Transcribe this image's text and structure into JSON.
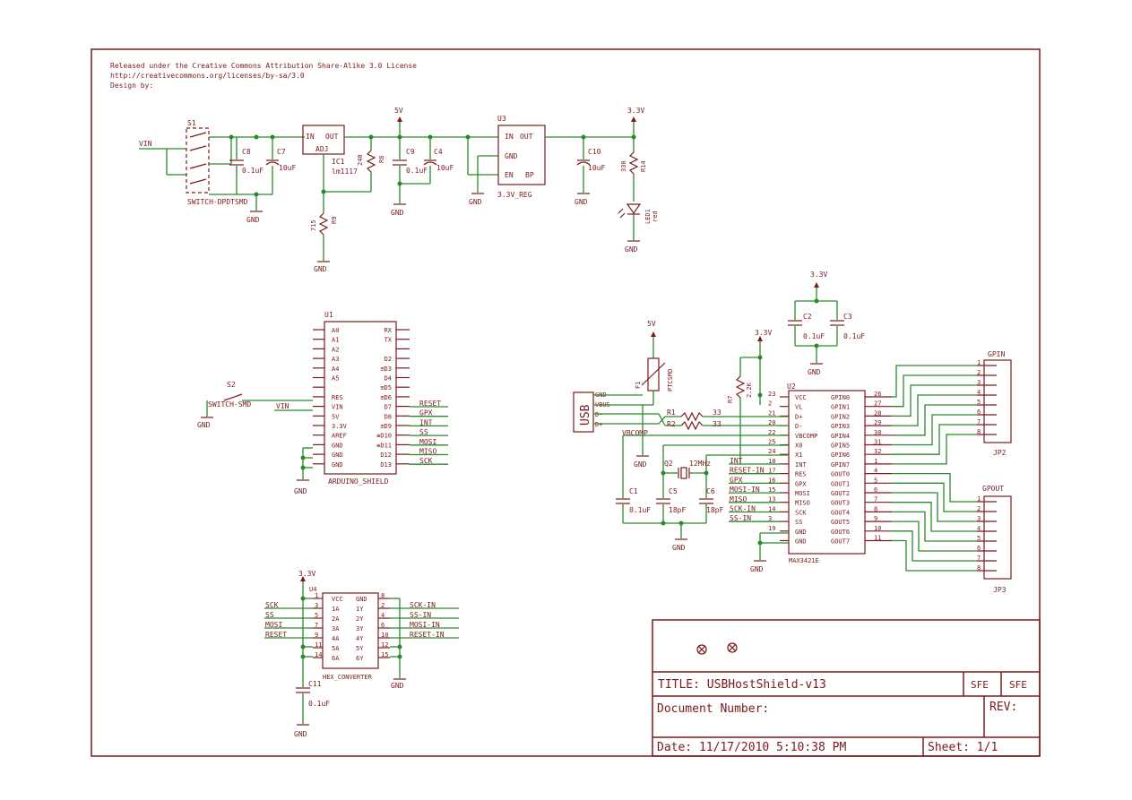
{
  "license": {
    "line1": "Released under the Creative Commons Attribution Share-Alike 3.0 License",
    "line2": "http://creativecommons.org/licenses/by-sa/3.0",
    "line3": "Design by:"
  },
  "power": {
    "vin": "VIN",
    "s1": "S1",
    "switch1": "SWITCH-DPDTSMD",
    "c8": "C8",
    "c8_val": "0.1uF",
    "c7": "C7",
    "c7_val": "10uF",
    "ic1": "IC1",
    "ic1_val": "lm1117",
    "ic1_in": "IN",
    "ic1_out": "OUT",
    "ic1_adj": "ADJ",
    "r8": "R8",
    "r8_val": "240",
    "r9": "R9",
    "r9_val": "715",
    "c9": "C9",
    "c9_val": "0.1uF",
    "c4": "C4",
    "c4_val": "10uF",
    "u3": "U3",
    "u3_val": "3.3V_REG",
    "u3_in": "IN",
    "u3_out": "OUT",
    "u3_gnd": "GND",
    "u3_en": "EN",
    "u3_bp": "BP",
    "c10": "C10",
    "c10_val": "10uF",
    "r14": "R14",
    "r14_val": "330",
    "led1": "LED1",
    "led1_val": "red",
    "v5": "5V",
    "v33": "3.3V",
    "gnd": "GND"
  },
  "arduino": {
    "ref": "U1",
    "name": "ARDUINO_SHIELD",
    "left_pins": [
      "A0",
      "A1",
      "A2",
      "A3",
      "A4",
      "A5",
      "",
      "RES",
      "VIN",
      "5V",
      "3.3V",
      "AREF",
      "GND",
      "GND",
      "GND"
    ],
    "right_pins": [
      "RX",
      "TX",
      "",
      "D2",
      "≡D3",
      "D4",
      "≡D5",
      "≡D6",
      "D7",
      "D8",
      "≡D9",
      "≡D10",
      "≡D11",
      "D12",
      "D13"
    ],
    "nets": [
      "RESET",
      "GPX",
      "INT",
      "SS",
      "MOSI",
      "MISO",
      "SCK"
    ],
    "s2": "S2",
    "switch2": "SWITCH-SMD",
    "vin": "VIN",
    "gnd": "GND"
  },
  "max": {
    "ref": "U2",
    "name": "MAX3421E",
    "left_pins": [
      "VCC",
      "VL",
      "D+",
      "D-",
      "VBCOMP",
      "X0",
      "X1",
      "INT",
      "RES",
      "GPX",
      "MOSI",
      "MISO",
      "SCK",
      "SS",
      "GND",
      "GND"
    ],
    "left_nums": [
      "23",
      "2",
      "21",
      "20",
      "22",
      "25",
      "24",
      "18",
      "17",
      "16",
      "15",
      "13",
      "14",
      "3",
      "19",
      ""
    ],
    "right_pins": [
      "GPIN0",
      "GPIN1",
      "GPIN2",
      "GPIN3",
      "GPIN4",
      "GPIN5",
      "GPIN6",
      "GPIN7",
      "GOUT0",
      "GOUT1",
      "GOUT2",
      "GOUT3",
      "GOUT4",
      "GOUT5",
      "GOUT6",
      "GOUT7"
    ],
    "right_nums": [
      "26",
      "27",
      "28",
      "29",
      "30",
      "31",
      "32",
      "1",
      "4",
      "5",
      "6",
      "7",
      "8",
      "9",
      "10",
      "11"
    ],
    "left_nets": [
      "INT",
      "RESET-IN",
      "GPX",
      "MOSI-IN",
      "MISO",
      "SCK-IN",
      "SS-IN"
    ],
    "usb": "USB",
    "usb_pins": [
      "GND",
      "VBUS",
      "D-",
      "D+"
    ],
    "vbcomp": "VBCOMP",
    "f1": "F1",
    "f1_val": "PTCSMD",
    "r1": "R1",
    "r2": "R2",
    "r_val": "33",
    "r7": "R7",
    "r7_val": "2.2K",
    "q2": "Q2",
    "q2_val": "12MHz",
    "c1": "C1",
    "c1_val": "0.1uF",
    "c5": "C5",
    "c6": "C6",
    "c56_val": "18pF",
    "c2": "C2",
    "c3": "C3",
    "c23_val": "0.1uF",
    "v5": "5V",
    "v33": "3.3V",
    "gnd": "GND"
  },
  "headers": {
    "jp2": "JP2",
    "jp2_title": "GPIN",
    "jp3": "JP3",
    "jp3_title": "GPOUT",
    "pins": [
      "1",
      "2",
      "3",
      "4",
      "5",
      "6",
      "7",
      "8"
    ]
  },
  "hex": {
    "ref": "U4",
    "name": "HEX_CONVERTER",
    "left_pins": [
      "VCC",
      "1A",
      "2A",
      "3A",
      "4A",
      "5A",
      "6A"
    ],
    "left_nums": [
      "1",
      "3",
      "5",
      "7",
      "9",
      "11",
      "14"
    ],
    "right_pins": [
      "GND",
      "1Y",
      "2Y",
      "3Y",
      "4Y",
      "5Y",
      "6Y"
    ],
    "right_nums": [
      "8",
      "2",
      "4",
      "6",
      "10",
      "12",
      "15"
    ],
    "in_nets": [
      "SCK",
      "SS",
      "MOSI",
      "RESET"
    ],
    "out_nets": [
      "SCK-IN",
      "SS-IN",
      "MOSI-IN",
      "RESET-IN"
    ],
    "c11": "C11",
    "c11_val": "0.1uF",
    "v33": "3.3V",
    "gnd": "GND"
  },
  "titleblock": {
    "title": "TITLE: USBHostShield-v13",
    "sfe1": "SFE",
    "sfe2": "SFE",
    "docnum": "Document Number:",
    "rev": "REV:",
    "date": "Date: 11/17/2010 5:10:38 PM",
    "sheet": "Sheet: 1/1"
  },
  "colors": {
    "frame": "#7a1a1a",
    "wire": "#2a8a2a",
    "background": "#ffffff"
  }
}
